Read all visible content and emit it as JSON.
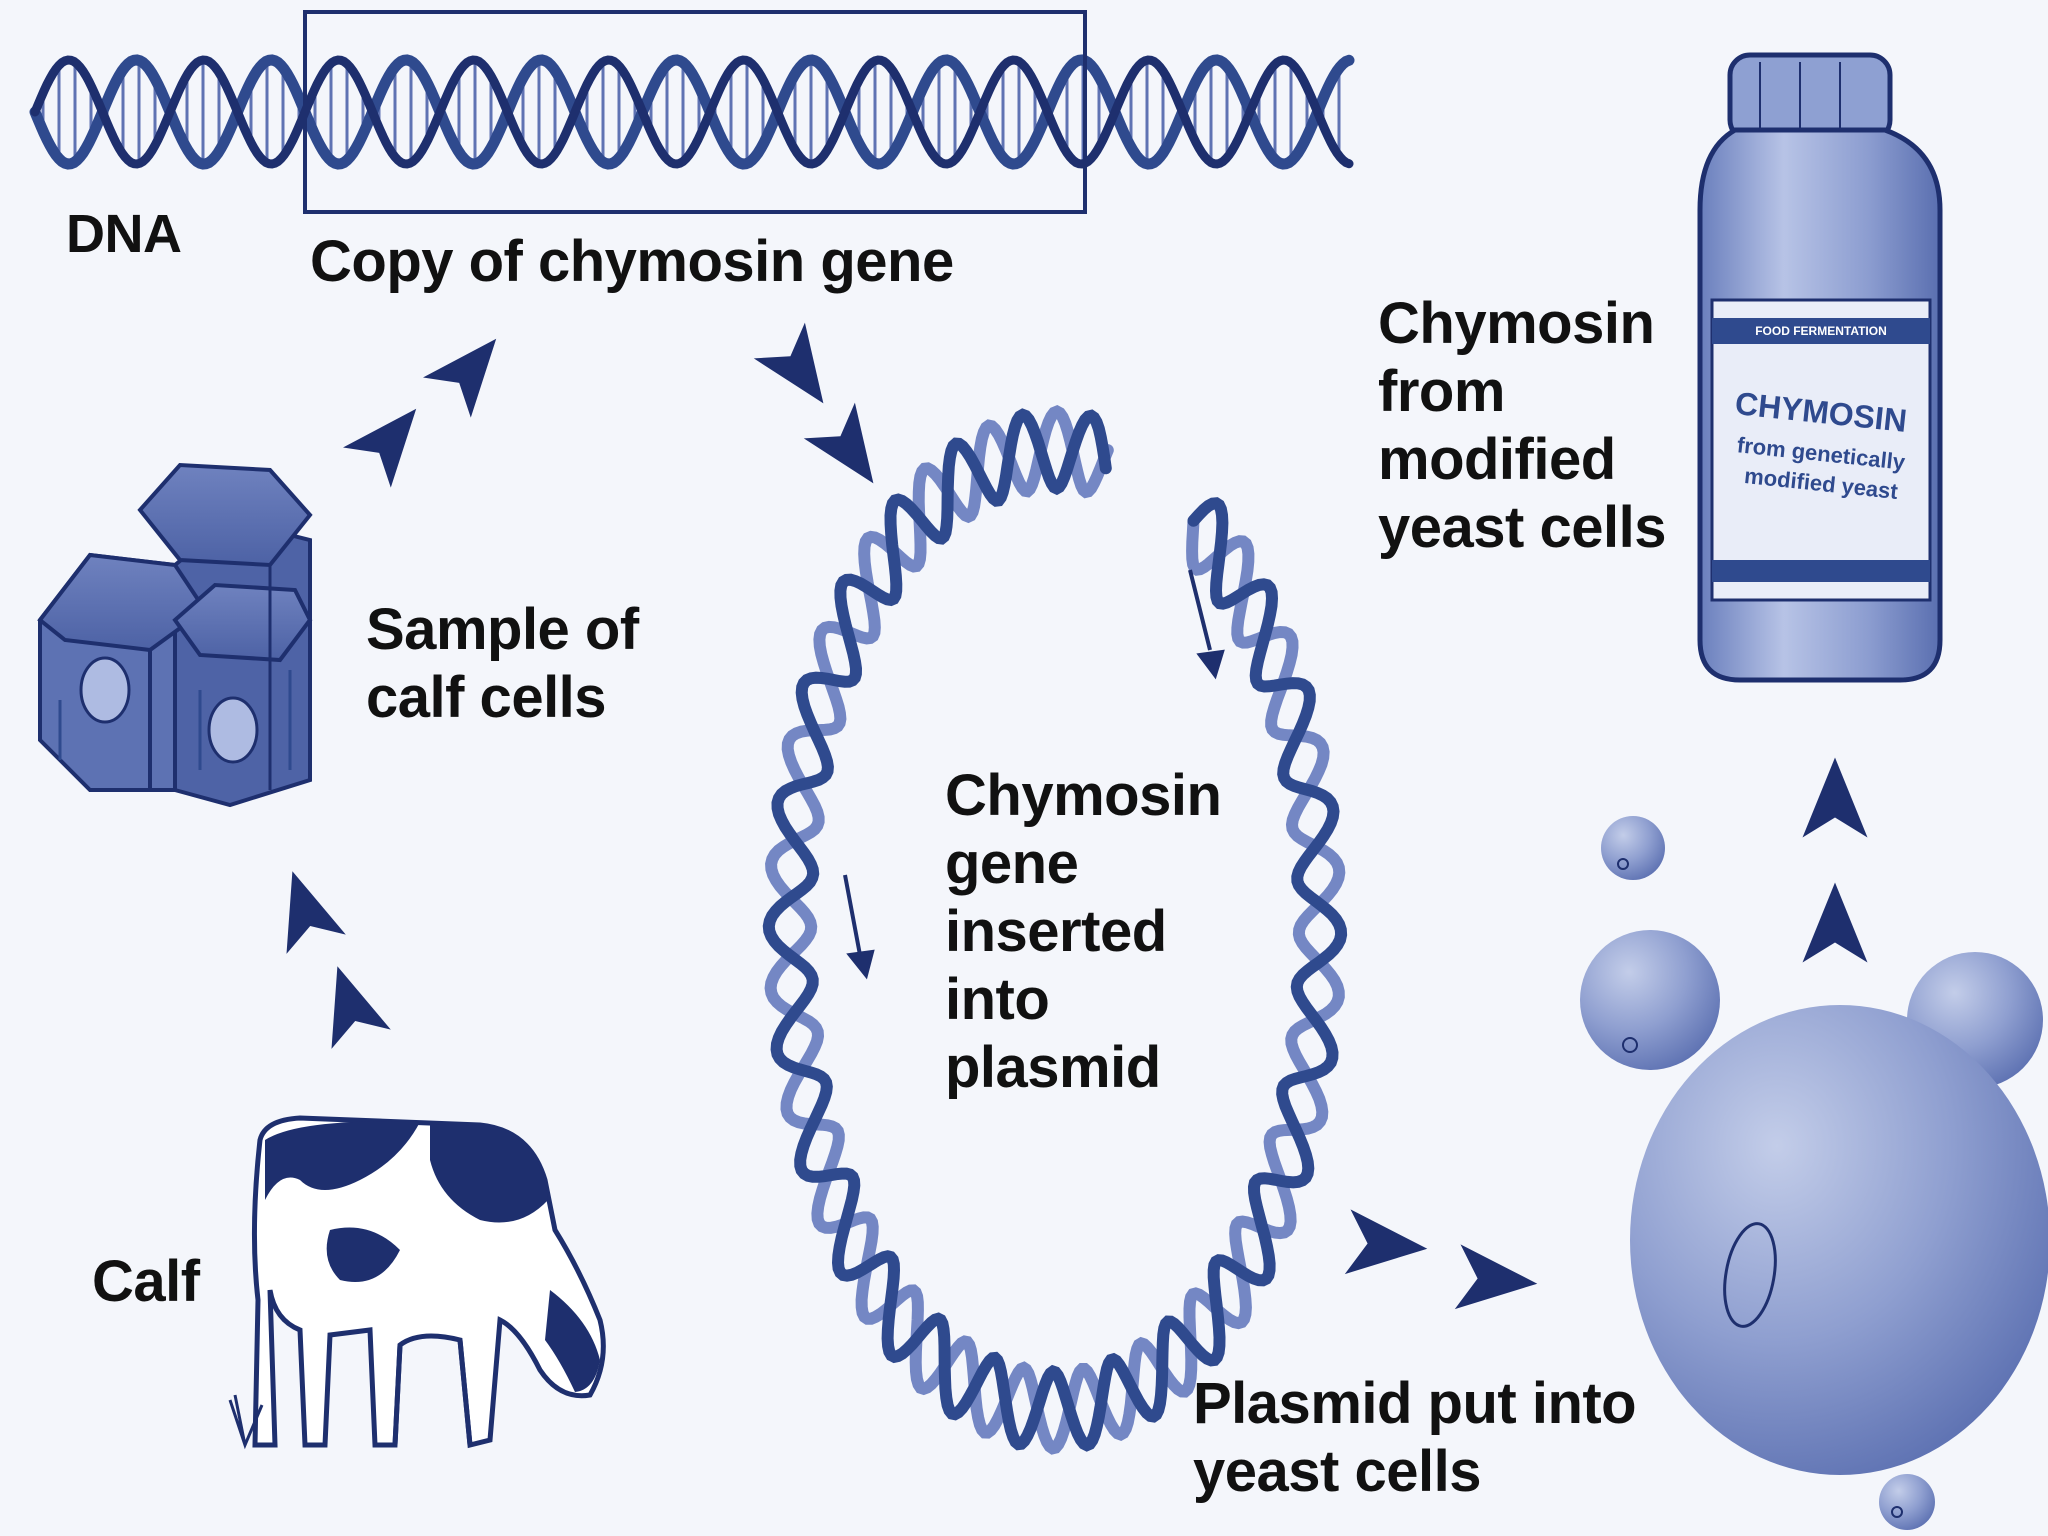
{
  "labels": {
    "dna": "DNA",
    "copy_gene": "Copy of chymosin gene",
    "sample_cells": [
      "Sample of",
      "calf cells"
    ],
    "calf": "Calf",
    "gene_inserted": [
      "Chymosin",
      "gene",
      "inserted",
      "into",
      "plasmid"
    ],
    "plasmid_yeast": [
      "Plasmid put into",
      "yeast cells"
    ],
    "chymosin_from": [
      "Chymosin",
      "from",
      "modified",
      "yeast cells"
    ]
  },
  "bottle_label": {
    "top_band": "FOOD FERMENTATION",
    "title": "CHYMOSIN",
    "line1": "from genetically",
    "line2": "modified yeast"
  },
  "colors": {
    "navy": "#1e2f6e",
    "strand": "#2f4a8e",
    "fill_light": "#8a9bcc",
    "fill_mid": "#6e82be",
    "background": "#f4f6fb"
  }
}
